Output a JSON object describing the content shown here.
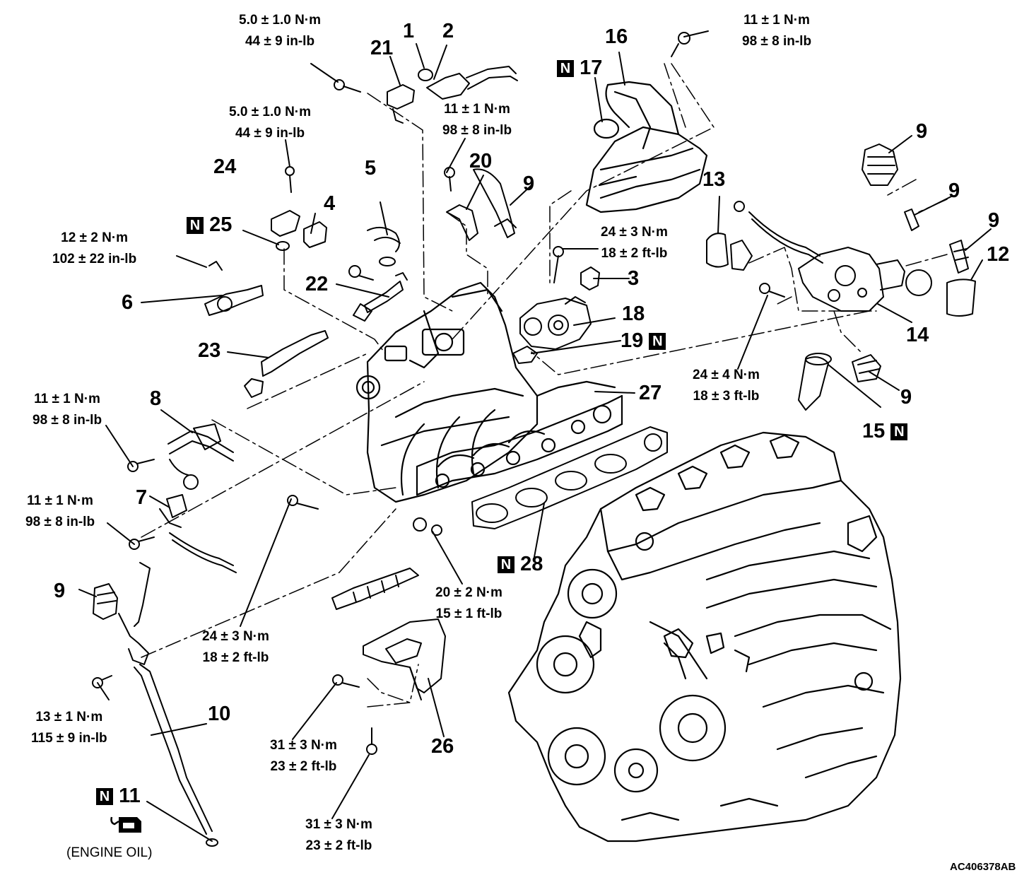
{
  "figure_code": "AC406378AB",
  "n_mark": "N",
  "lubricant_note": "(ENGINE OIL)",
  "callouts": [
    {
      "id": "c1",
      "text": "1"
    },
    {
      "id": "c2",
      "text": "2"
    },
    {
      "id": "c3",
      "text": "3"
    },
    {
      "id": "c4",
      "text": "4"
    },
    {
      "id": "c5",
      "text": "5"
    },
    {
      "id": "c6",
      "text": "6"
    },
    {
      "id": "c7",
      "text": "7"
    },
    {
      "id": "c8",
      "text": "8"
    },
    {
      "id": "c9a",
      "text": "9"
    },
    {
      "id": "c9b",
      "text": "9"
    },
    {
      "id": "c9c",
      "text": "9"
    },
    {
      "id": "c9d",
      "text": "9"
    },
    {
      "id": "c9e",
      "text": "9"
    },
    {
      "id": "c9f",
      "text": "9"
    },
    {
      "id": "c10",
      "text": "10"
    },
    {
      "id": "c11",
      "text": "11"
    },
    {
      "id": "c12",
      "text": "12"
    },
    {
      "id": "c13",
      "text": "13"
    },
    {
      "id": "c14",
      "text": "14"
    },
    {
      "id": "c15",
      "text": "15"
    },
    {
      "id": "c16",
      "text": "16"
    },
    {
      "id": "c17",
      "text": "17"
    },
    {
      "id": "c18",
      "text": "18"
    },
    {
      "id": "c19",
      "text": "19"
    },
    {
      "id": "c20",
      "text": "20"
    },
    {
      "id": "c21",
      "text": "21"
    },
    {
      "id": "c22",
      "text": "22"
    },
    {
      "id": "c23",
      "text": "23"
    },
    {
      "id": "c24",
      "text": "24"
    },
    {
      "id": "c25",
      "text": "25"
    },
    {
      "id": "c26",
      "text": "26"
    },
    {
      "id": "c27",
      "text": "27"
    },
    {
      "id": "c28",
      "text": "28"
    }
  ],
  "torques": [
    {
      "id": "t1",
      "metric": "5.0 ± 1.0 N·m",
      "imperial": "44 ± 9 in-lb"
    },
    {
      "id": "t2",
      "metric": "5.0 ± 1.0 N·m",
      "imperial": "44 ± 9 in-lb"
    },
    {
      "id": "t3",
      "metric": "11 ± 1 N·m",
      "imperial": "98 ± 8 in-lb"
    },
    {
      "id": "t4",
      "metric": "11 ± 1 N·m",
      "imperial": "98 ± 8 in-lb"
    },
    {
      "id": "t5",
      "metric": "12 ± 2 N·m",
      "imperial": "102 ± 22 in-lb"
    },
    {
      "id": "t6",
      "metric": "24 ± 3 N·m",
      "imperial": "18 ± 2 ft-lb"
    },
    {
      "id": "t7",
      "metric": "24 ± 4 N·m",
      "imperial": "18 ± 3 ft-lb"
    },
    {
      "id": "t8",
      "metric": "11 ± 1 N·m",
      "imperial": "98 ± 8 in-lb"
    },
    {
      "id": "t9",
      "metric": "11 ± 1 N·m",
      "imperial": "98 ± 8 in-lb"
    },
    {
      "id": "t10",
      "metric": "13 ± 1 N·m",
      "imperial": "115 ± 9 in-lb"
    },
    {
      "id": "t11",
      "metric": "24 ± 3 N·m",
      "imperial": "18 ± 2 ft-lb"
    },
    {
      "id": "t12",
      "metric": "20 ± 2 N·m",
      "imperial": "15 ± 1 ft-lb"
    },
    {
      "id": "t13",
      "metric": "31 ± 3 N·m",
      "imperial": "23 ± 2 ft-lb"
    },
    {
      "id": "t14",
      "metric": "31 ± 3 N·m",
      "imperial": "23 ± 2 ft-lb"
    }
  ]
}
